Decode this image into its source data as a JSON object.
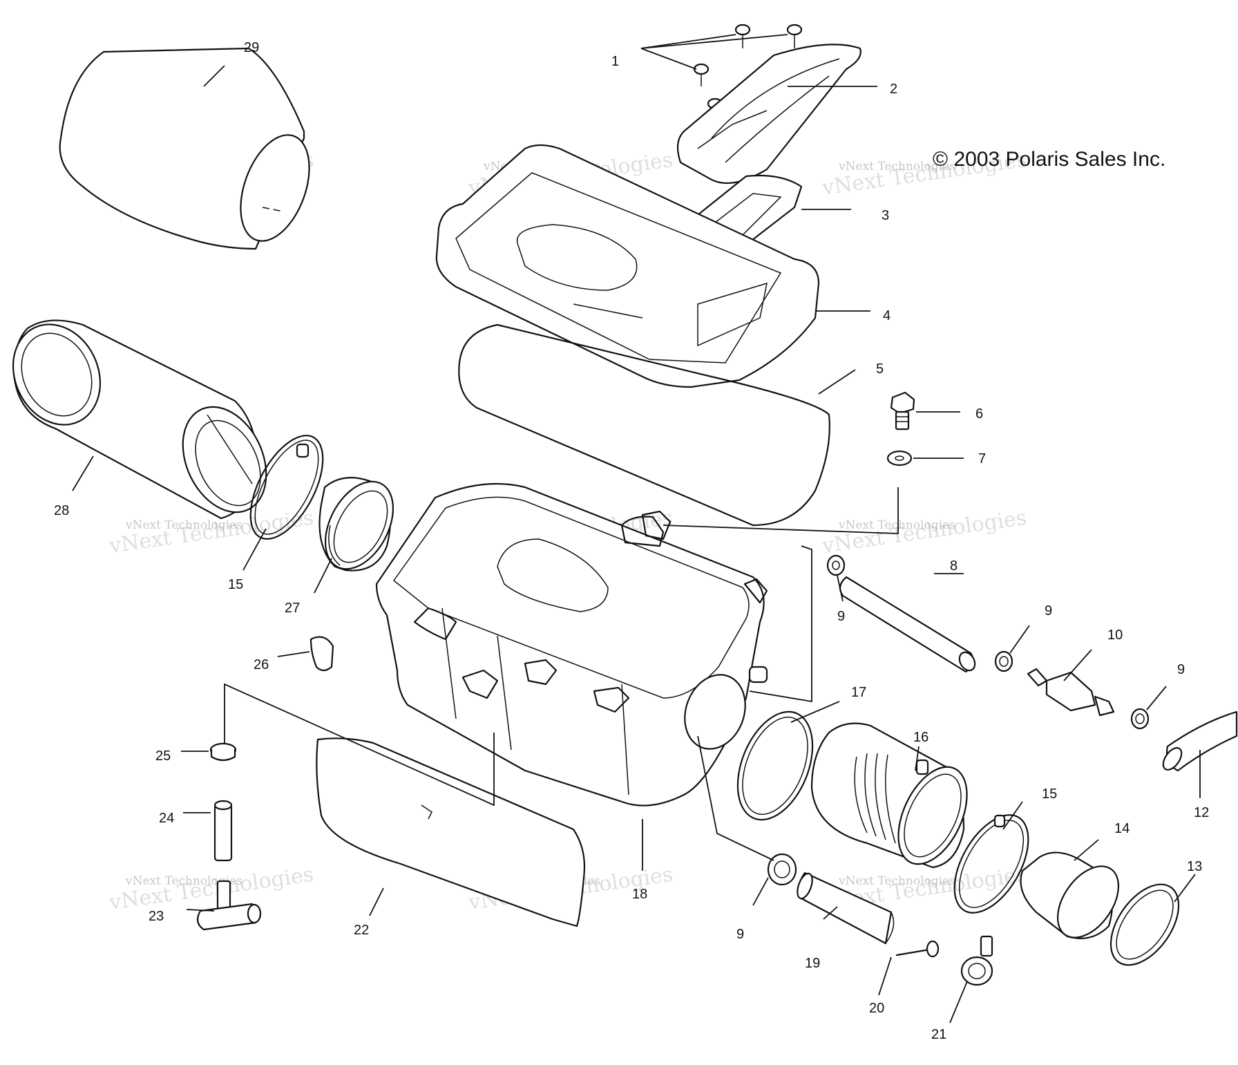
{
  "copyright": "© 2003 Polaris Sales Inc.",
  "watermark": "vNext Technologies",
  "callouts": [
    {
      "id": "c1",
      "label": "1"
    },
    {
      "id": "c2",
      "label": "2"
    },
    {
      "id": "c3",
      "label": "3"
    },
    {
      "id": "c4",
      "label": "4"
    },
    {
      "id": "c5",
      "label": "5"
    },
    {
      "id": "c6",
      "label": "6"
    },
    {
      "id": "c7",
      "label": "7"
    },
    {
      "id": "c8",
      "label": "8"
    },
    {
      "id": "c9a",
      "label": "9"
    },
    {
      "id": "c9b",
      "label": "9"
    },
    {
      "id": "c9c",
      "label": "9"
    },
    {
      "id": "c9d",
      "label": "9"
    },
    {
      "id": "c10",
      "label": "10"
    },
    {
      "id": "c12",
      "label": "12"
    },
    {
      "id": "c13",
      "label": "13"
    },
    {
      "id": "c14",
      "label": "14"
    },
    {
      "id": "c15a",
      "label": "15"
    },
    {
      "id": "c15b",
      "label": "15"
    },
    {
      "id": "c16",
      "label": "16"
    },
    {
      "id": "c17",
      "label": "17"
    },
    {
      "id": "c18",
      "label": "18"
    },
    {
      "id": "c19",
      "label": "19"
    },
    {
      "id": "c20",
      "label": "20"
    },
    {
      "id": "c21",
      "label": "21"
    },
    {
      "id": "c22",
      "label": "22"
    },
    {
      "id": "c23",
      "label": "23"
    },
    {
      "id": "c24",
      "label": "24"
    },
    {
      "id": "c25",
      "label": "25"
    },
    {
      "id": "c26",
      "label": "26"
    },
    {
      "id": "c27",
      "label": "27"
    },
    {
      "id": "c28",
      "label": "28"
    },
    {
      "id": "c29",
      "label": "29"
    }
  ]
}
